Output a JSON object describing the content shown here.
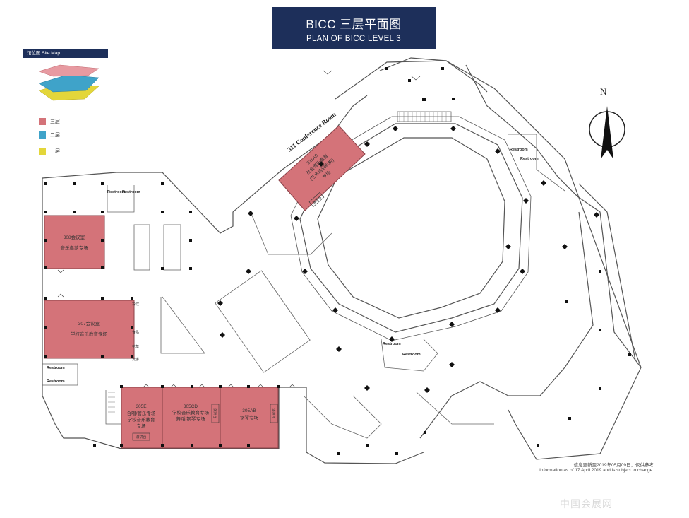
{
  "header": {
    "title_cn": "BICC  三层平面图",
    "title_en": "PLAN OF BICC LEVEL  3"
  },
  "site_map": {
    "label": "馆位图  Site Map",
    "layers": [
      {
        "label": "三层",
        "color": "#d47379"
      },
      {
        "label": "二层",
        "color": "#3fa3c9"
      },
      {
        "label": "一层",
        "color": "#e3d63a"
      }
    ]
  },
  "compass": {
    "north": "N"
  },
  "conference_label": "311 Conference Room",
  "rooms": {
    "r311": {
      "id": "311AB",
      "line1": "社会音乐教育",
      "line2": "(艺术培训机构)",
      "line3": "专场",
      "stage": "演讲台"
    },
    "r308": {
      "line1": "308会议室",
      "line2": "音乐启蒙专场"
    },
    "r307": {
      "line1": "307会议室",
      "line2": "学校音乐教育专场"
    },
    "r305e": {
      "id": "305E",
      "line1": "合唱/管乐专场",
      "line2": "学校音乐教育",
      "line3": "专场",
      "stage": "演讲台"
    },
    "r305cd": {
      "id": "305CD",
      "line1": "学校音乐教育专场",
      "line2": "舞蹈/钢琴专场"
    },
    "r305ab": {
      "id": "305AB",
      "line1": "钢琴专场",
      "stage1": "演讲台",
      "stage2": "演讲台"
    }
  },
  "restrooms": [
    "Restroom",
    "Restroom",
    "Restroom",
    "Restroom",
    "Restroom",
    "Restroom",
    "Restroom",
    "Restroom"
  ],
  "side_labels": {
    "a": "冷饮",
    "b": "食品",
    "c": "花草",
    "d": "洗手"
  },
  "footer": {
    "note_cn": "信息更新至2019年05月09日，仅供参考",
    "note_en": "Information as of 17 April 2019 and is subject to change."
  },
  "watermark": "中国会展网"
}
